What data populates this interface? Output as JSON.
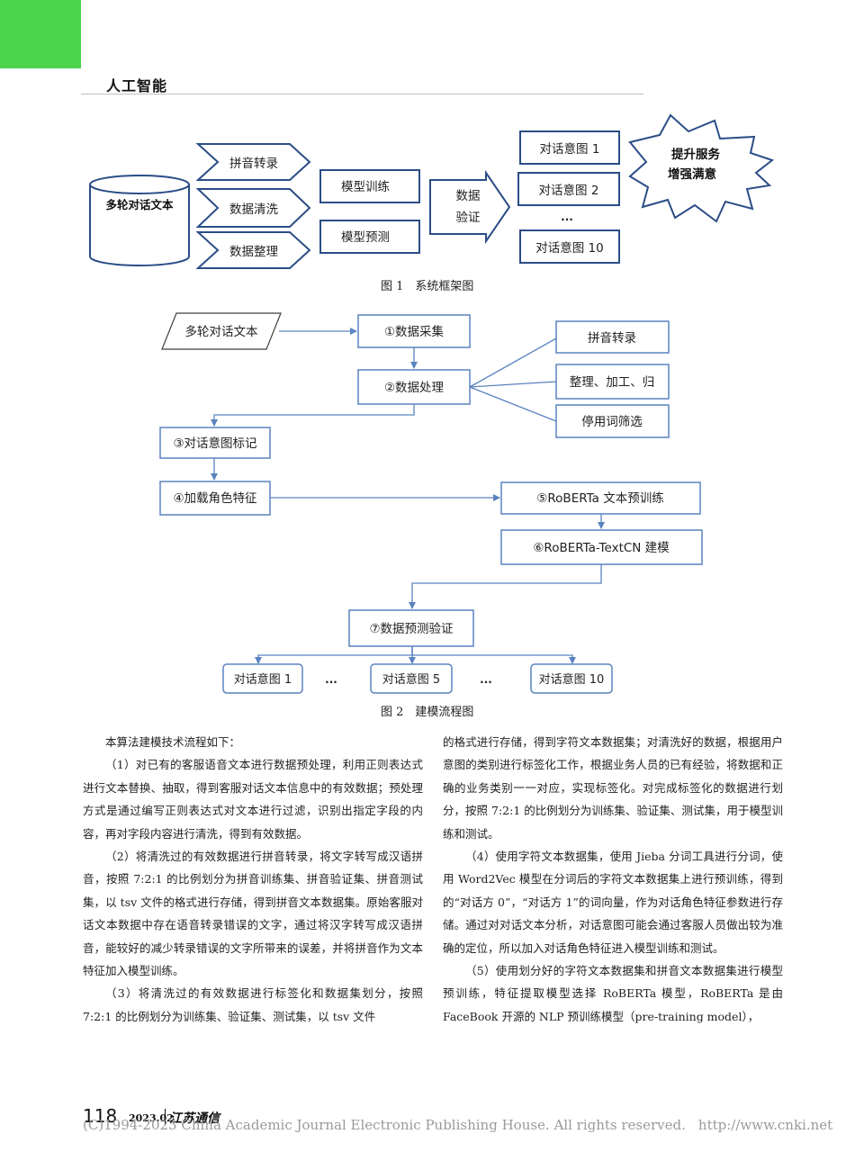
{
  "header": {
    "section": "人工智能"
  },
  "figure1": {
    "caption": "图 1　系统框架图",
    "source": "多轮对话文本",
    "preprocess": [
      "拼音转录",
      "数据清洗",
      "数据整理"
    ],
    "model": [
      "模型训练",
      "模型预测"
    ],
    "validate": [
      "数据",
      "验证"
    ],
    "intents": [
      "对话意图 1",
      "对话意图 2",
      "...",
      "对话意图 10"
    ],
    "goal": [
      "提升服务",
      "增强满意"
    ]
  },
  "figure2": {
    "caption": "图 2　建模流程图",
    "input": "多轮对话文本",
    "steps": [
      "①数据采集",
      "②数据处理",
      "③对话意图标记",
      "④加载角色特征",
      "⑤RoBERTa 文本预训练",
      "⑥RoBERTa-TextCN 建模",
      "⑦数据预测验证"
    ],
    "processing": [
      "拼音转录",
      "整理、加工、归",
      "停用词筛选"
    ],
    "outputs": [
      "对话意图 1",
      "...",
      "对话意图 5",
      "...",
      "对话意图 10"
    ]
  },
  "body": {
    "left": [
      "本算法建模技术流程如下：",
      "（1）对已有的客服语音文本进行数据预处理，利用正则表达式进行文本替换、抽取，得到客服对话文本信息中的有效数据；预处理方式是通过编写正则表达式对文本进行过滤，识别出指定字段的内容，再对字段内容进行清洗，得到有效数据。",
      "（2）将清洗过的有效数据进行拼音转录，将文字转写成汉语拼音，按照 7:2:1 的比例划分为拼音训练集、拼音验证集、拼音测试集，以 tsv 文件的格式进行存储，得到拼音文本数据集。原始客服对话文本数据中存在语音转录错误的文字，通过将汉字转写成汉语拼音，能较好的减少转录错误的文字所带来的误差，并将拼音作为文本特征加入模型训练。",
      "（3）将清洗过的有效数据进行标签化和数据集划分，按照 7:2:1 的比例划分为训练集、验证集、测试集，以 tsv 文件"
    ],
    "right": [
      "的格式进行存储，得到字符文本数据集；对清洗好的数据，根据用户意图的类别进行标签化工作，根据业务人员的已有经验，将数据和正确的业务类别一一对应，实现标签化。对完成标签化的数据进行划分，按照 7:2:1 的比例划分为训练集、验证集、测试集，用于模型训练和测试。",
      "（4）使用字符文本数据集，使用 Jieba 分词工具进行分词，使用 Word2Vec 模型在分词后的字符文本数据集上进行预训练，得到的“对话方 0”，“对话方 1”的词向量，作为对话角色特征参数进行存储。通过对对话文本分析，对话意图可能会通过客服人员做出较为准确的定位，所以加入对话角色特征进入模型训练和测试。",
      "（5）使用划分好的字符文本数据集和拼音文本数据集进行模型预训练，特征提取模型选择 RoBERTa 模型，RoBERTa 是由 FaceBook 开源的 NLP 预训练模型（pre-training model），"
    ]
  },
  "footer": {
    "page": "118",
    "issue": "2023.02",
    "journal": "江苏通信",
    "copyright": "(C)1994-2023 China Academic Journal Electronic Publishing House. All rights reserved.",
    "url": "http://www.cnki.net"
  }
}
